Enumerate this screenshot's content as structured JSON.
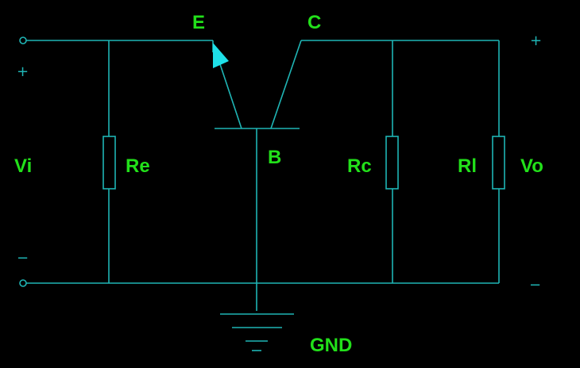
{
  "colors": {
    "background": "#000000",
    "wire": "#1fb5b5",
    "label": "#22e01a",
    "arrow": "#1ee0e8"
  },
  "labels": {
    "emitter": "E",
    "collector": "C",
    "base": "B",
    "input": "Vi",
    "output": "Vo",
    "emitter_resistor": "Re",
    "collector_resistor": "Rc",
    "load_resistor": "Rl",
    "ground": "GND"
  },
  "signs": {
    "input_plus": "+",
    "input_minus": "−",
    "output_plus": "+",
    "output_minus": "−"
  }
}
